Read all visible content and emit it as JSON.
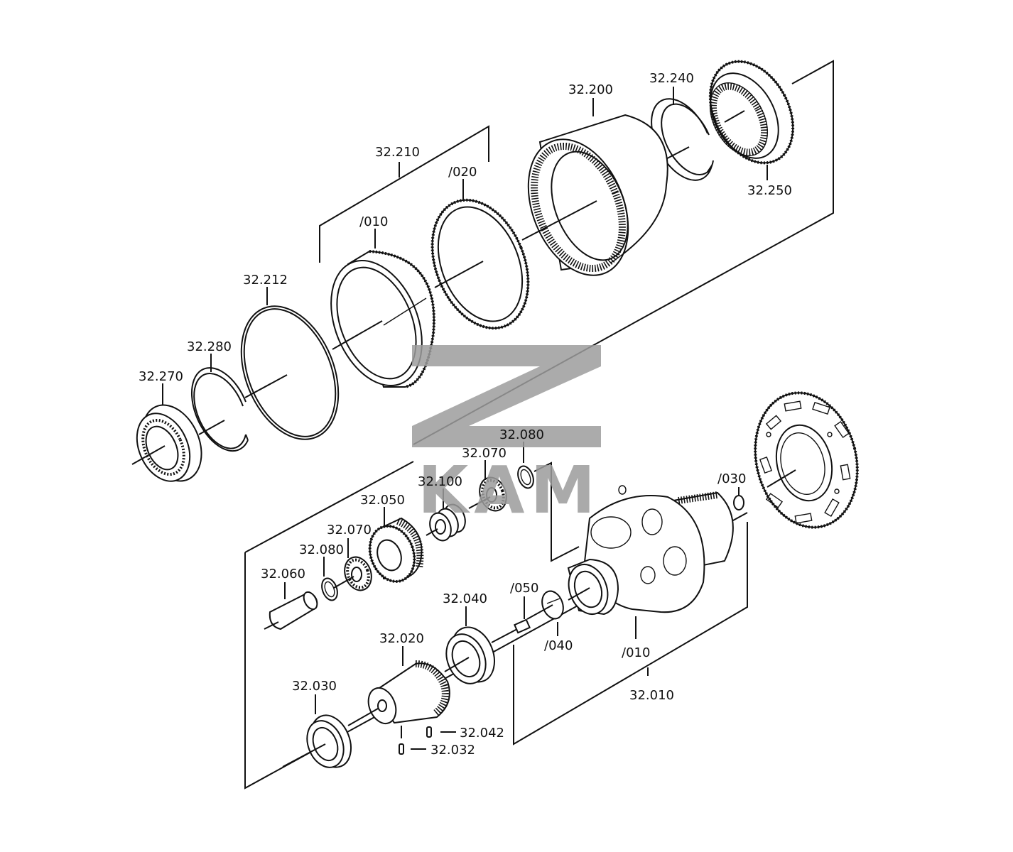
{
  "watermark": {
    "letter": "Z",
    "text": "KAM",
    "color": "#9c9c9c"
  },
  "labels": {
    "p32_200": "32.200",
    "p32_240": "32.240",
    "p32_250": "32.250",
    "p32_210": "32.210",
    "p020": "/020",
    "p010_top": "/010",
    "p32_212": "32.212",
    "p32_280": "32.280",
    "p32_270": "32.270",
    "p32_080_a": "32.080",
    "p32_070_a": "32.070",
    "p32_100": "32.100",
    "p32_050": "32.050",
    "p32_070_b": "32.070",
    "p32_080_b": "32.080",
    "p32_060": "32.060",
    "p030": "/030",
    "p050": "/050",
    "p040": "/040",
    "p010_bottom": "/010",
    "p32_040": "32.040",
    "p32_020": "32.020",
    "p32_010": "32.010",
    "p32_030": "32.030",
    "p32_042": "32.042",
    "p32_032": "32.032"
  }
}
